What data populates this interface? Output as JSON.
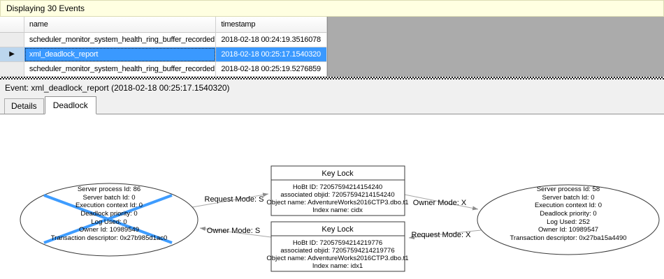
{
  "info_bar": {
    "text": "Displaying 30 Events"
  },
  "icons": {
    "current_row_arrow": "▶"
  },
  "grid": {
    "columns": {
      "name": "name",
      "timestamp": "timestamp"
    },
    "rows": [
      {
        "name": "scheduler_monitor_system_health_ring_buffer_recorded",
        "timestamp": "2018-02-18 00:24:19.3516078"
      },
      {
        "name": "xml_deadlock_report",
        "timestamp": "2018-02-18 00:25:17.1540320"
      },
      {
        "name": "scheduler_monitor_system_health_ring_buffer_recorded",
        "timestamp": "2018-02-18 00:25:19.5276859"
      }
    ],
    "selected_row_index": 1,
    "selection_color": "#3A99FF"
  },
  "event_strip": {
    "text": "Event: xml_deadlock_report (2018-02-18 00:25:17.1540320)"
  },
  "tabs": [
    {
      "label": "Details",
      "active": false
    },
    {
      "label": "Deadlock",
      "active": true
    }
  ],
  "deadlock_graph": {
    "victim_cross_color": "#3E9CFF",
    "process_left": {
      "victim": true,
      "lines": [
        "Server process Id: 86",
        "Server batch Id: 0",
        "Execution context Id: 0",
        "Deadlock priority: 0",
        "Log Used: 0",
        "Owner Id: 10989549",
        "Transaction descriptor: 0x27b985d1ac0"
      ]
    },
    "process_right": {
      "victim": false,
      "lines": [
        "Server process Id: 58",
        "Server batch Id: 0",
        "Execution context Id: 0",
        "Deadlock priority: 0",
        "Log Used: 252",
        "Owner Id: 10989547",
        "Transaction descriptor: 0x27ba15a4490"
      ]
    },
    "lock_top": {
      "title": "Key Lock",
      "lines": [
        "HoBt ID: 72057594214154240",
        "associated objid: 72057594214154240",
        "Object name: AdventureWorks2016CTP3.dbo.t1",
        "Index name: cidx"
      ]
    },
    "lock_bottom": {
      "title": "Key Lock",
      "lines": [
        "HoBt ID: 72057594214219776",
        "associated objid: 72057594214219776",
        "Object name: AdventureWorks2016CTP3.dbo.t1",
        "Index name: idx1"
      ]
    },
    "edges": {
      "request_s": {
        "label": "Request Mode: S"
      },
      "owner_s": {
        "label": "Owner Mode: S"
      },
      "owner_x": {
        "label": "Owner Mode: X"
      },
      "request_x": {
        "label": "Request Mode: X"
      }
    }
  }
}
